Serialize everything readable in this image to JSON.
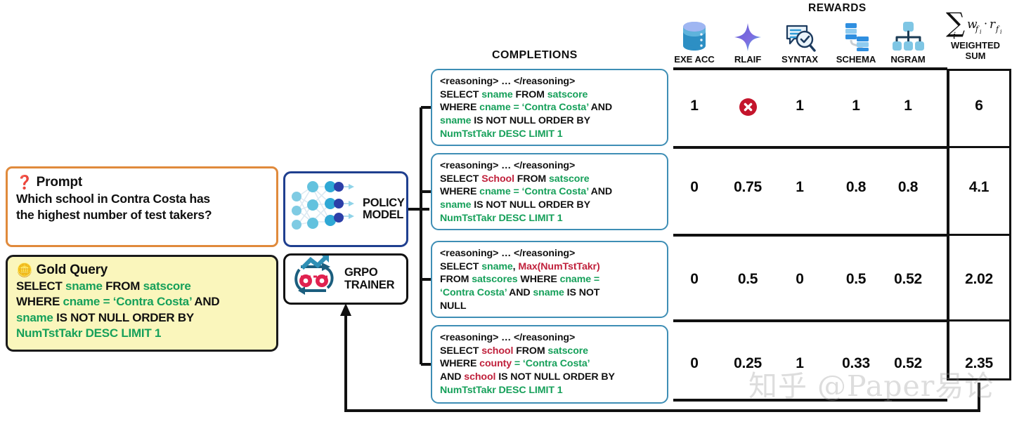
{
  "prompt": {
    "icon": "question-mark-emoji",
    "title": "Prompt",
    "line1": "Which school in Contra Costa has",
    "line2": "the highest number of test takers?"
  },
  "gold_query": {
    "icon": "gold-bar-emoji",
    "title": "Gold Query",
    "tokens": [
      [
        [
          "kw",
          "SELECT "
        ],
        [
          "id",
          "sname "
        ],
        [
          "kw",
          "FROM "
        ],
        [
          "id",
          "satscore"
        ]
      ],
      [
        [
          "kw",
          "WHERE "
        ],
        [
          "id",
          "cname = ‘Contra Costa’ "
        ],
        [
          "kw",
          "AND"
        ]
      ],
      [
        [
          "id",
          "sname "
        ],
        [
          "kw",
          "IS NOT NULL ORDER BY"
        ]
      ],
      [
        [
          "id",
          "NumTstTakr DESC LIMIT 1"
        ]
      ]
    ]
  },
  "policy_model": {
    "label_line1": "POLICY",
    "label_line2": "MODEL",
    "icon": "neural-network-icon"
  },
  "grpo_trainer": {
    "label_line1": "GRPO",
    "label_line2": "TRAINER",
    "icon": "gears-cycle-icon"
  },
  "completions": {
    "title": "COMPLETIONS",
    "items": [
      {
        "lines": [
          [
            [
              "kw",
              "<reasoning> … </reasoning>"
            ]
          ],
          [
            [
              "kw",
              "SELECT "
            ],
            [
              "id",
              "sname "
            ],
            [
              "kw",
              "FROM "
            ],
            [
              "id",
              "satscore"
            ]
          ],
          [
            [
              "kw",
              "WHERE "
            ],
            [
              "id",
              "cname = ‘Contra Costa’ "
            ],
            [
              "kw",
              "AND"
            ]
          ],
          [
            [
              "id",
              "sname "
            ],
            [
              "kw",
              "IS NOT NULL ORDER BY"
            ]
          ],
          [
            [
              "id",
              "NumTstTakr DESC LIMIT 1"
            ]
          ]
        ]
      },
      {
        "lines": [
          [
            [
              "kw",
              "<reasoning> … </reasoning>"
            ]
          ],
          [
            [
              "kw",
              "SELECT "
            ],
            [
              "bad",
              "School "
            ],
            [
              "kw",
              "FROM "
            ],
            [
              "id",
              "satscore"
            ]
          ],
          [
            [
              "kw",
              "WHERE "
            ],
            [
              "id",
              "cname = ‘Contra Costa’ "
            ],
            [
              "kw",
              "AND"
            ]
          ],
          [
            [
              "id",
              "sname "
            ],
            [
              "kw",
              "IS NOT NULL ORDER BY"
            ]
          ],
          [
            [
              "id",
              "NumTstTakr DESC LIMIT 1"
            ]
          ]
        ]
      },
      {
        "lines": [
          [
            [
              "kw",
              "<reasoning> … </reasoning>"
            ]
          ],
          [
            [
              "kw",
              "SELECT "
            ],
            [
              "id",
              "sname"
            ],
            [
              "kw",
              ", "
            ],
            [
              "bad",
              "Max(NumTstTakr)"
            ]
          ],
          [
            [
              "kw",
              "FROM "
            ],
            [
              "id",
              "satscores "
            ],
            [
              "kw",
              "WHERE "
            ],
            [
              "id",
              "cname ="
            ]
          ],
          [
            [
              "id",
              "‘Contra Costa’ "
            ],
            [
              "kw",
              "AND "
            ],
            [
              "id",
              "sname "
            ],
            [
              "kw",
              "IS NOT"
            ]
          ],
          [
            [
              "kw",
              "NULL"
            ]
          ]
        ]
      },
      {
        "lines": [
          [
            [
              "kw",
              "<reasoning> … </reasoning>"
            ]
          ],
          [
            [
              "kw",
              "SELECT "
            ],
            [
              "bad",
              "school "
            ],
            [
              "kw",
              "FROM "
            ],
            [
              "id",
              "satscore"
            ]
          ],
          [
            [
              "kw",
              "WHERE "
            ],
            [
              "bad",
              "county "
            ],
            [
              "id",
              "= ‘Contra Costa’"
            ]
          ],
          [
            [
              "kw",
              "AND "
            ],
            [
              "bad",
              "school "
            ],
            [
              "kw",
              "IS NOT NULL ORDER BY"
            ]
          ],
          [
            [
              "id",
              "NumTstTakr DESC LIMIT 1"
            ]
          ]
        ]
      }
    ]
  },
  "rewards": {
    "title": "REWARDS",
    "columns": [
      {
        "name": "EXE ACC",
        "icon": "database-icon"
      },
      {
        "name": "RLAIF",
        "icon": "sparkle-icon"
      },
      {
        "name": "SYNTAX",
        "icon": "chat-check-magnifier-icon"
      },
      {
        "name": "SCHEMA",
        "icon": "schema-blocks-icon"
      },
      {
        "name": "NGRAM",
        "icon": "hierarchy-tree-icon"
      }
    ],
    "weighted_sum": {
      "formula": "∑ᵢ w_fᵢ · r_fᵢ",
      "label_line1": "WEIGHTED",
      "label_line2": "SUM"
    },
    "rows": [
      {
        "values": [
          "1",
          "X",
          "1",
          "1",
          "1"
        ],
        "sum": "6"
      },
      {
        "values": [
          "0",
          "0.75",
          "1",
          "0.8",
          "0.8"
        ],
        "sum": "4.1"
      },
      {
        "values": [
          "0",
          "0.5",
          "0",
          "0.5",
          "0.52"
        ],
        "sum": "2.02"
      },
      {
        "values": [
          "0",
          "0.25",
          "1",
          "0.33",
          "0.52"
        ],
        "sum": "2.35"
      }
    ],
    "fail_icon": "red-x-circle-icon"
  },
  "watermark": {
    "text": "知乎 @Paper易论"
  },
  "colors": {
    "prompt_border": "#E08A3C",
    "gold_bg": "#FAF6BC",
    "gold_border": "#1A1A1A",
    "policy_border": "#1F3F8F",
    "completion_border": "#3E8EB5",
    "identifier_green": "#16A05A",
    "error_red": "#C0213C",
    "fail_badge": "#C4152C",
    "rule_black": "#111111"
  }
}
